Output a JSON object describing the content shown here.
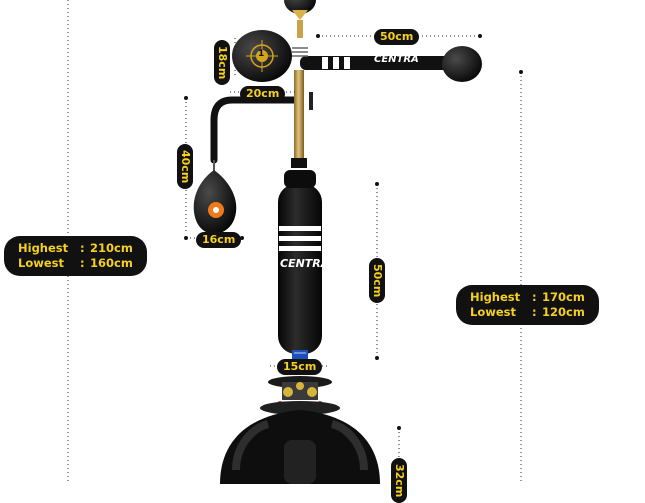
{
  "dimensions": {
    "arm_length": "50cm",
    "speed_ball_height": "18cm",
    "hook_offset": "20cm",
    "drop_length": "40cm",
    "reflex_ball_width": "16cm",
    "bag_height": "50cm",
    "pole_diameter": "15cm",
    "base_height": "32cm"
  },
  "left_spec": {
    "highest_label": "Highest",
    "highest_value": "210cm",
    "lowest_label": "Lowest",
    "lowest_value": "160cm"
  },
  "right_spec": {
    "highest_label": "Highest",
    "highest_value": "170cm",
    "lowest_label": "Lowest",
    "lowest_value": "120cm"
  },
  "brand": "CENTRA",
  "target_number": "1",
  "colors": {
    "pill_bg": "#111111",
    "pill_text": "#f5d020",
    "bag": "#141414",
    "pole_gold": "#c9a24a",
    "accent_blue": "#1d4fb8",
    "target_orange": "#f07a1a"
  }
}
